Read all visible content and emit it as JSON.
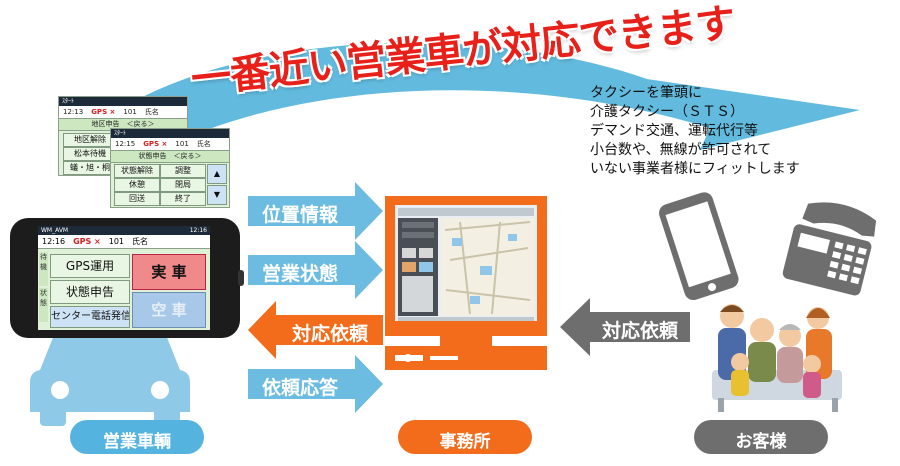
{
  "headline": "一番近い営業車が対応できます",
  "note_lines": [
    "タクシーを筆頭に",
    "介護タクシー（ＳＴＳ）",
    "デマンド交通、運転代行等",
    "小台数や、無線が許可されて",
    "いない事業者様にフィットします"
  ],
  "arrows": {
    "location": "位置情報",
    "status": "営業状態",
    "request_to_vehicle": "対応依頼",
    "reply": "依頼応答",
    "request_from_customer": "対応依頼"
  },
  "nodes": {
    "vehicle": "営業車輌",
    "office": "事務所",
    "customer": "お客様"
  },
  "screen_back": {
    "bar": "ｽﾀｰﾄ",
    "time": "12:13",
    "gps": "GPS ×",
    "car_no": "101",
    "name": "氏名",
    "subtitle": "地区申告　＜戻る＞",
    "buttons": [
      "地区解除",
      "松本待機",
      "蟻・旭・桐"
    ]
  },
  "screen_front": {
    "bar": "ｽﾀｰﾄ",
    "time": "12:15",
    "gps": "GPS ×",
    "car_no": "101",
    "name": "氏名",
    "subtitle": "状態申告　＜戻る＞",
    "buttons": [
      "状態解除",
      "調整",
      "休憩",
      "閉局",
      "回送",
      "終了"
    ],
    "up": "▲",
    "down": "▼"
  },
  "phone_screen": {
    "bar": "WM_AVM",
    "bar_time": "12:16",
    "time": "12:16",
    "gps": "GPS ×",
    "car_no": "101",
    "name": "氏名",
    "side_tabs": [
      "待機",
      "状態"
    ],
    "buttons": [
      "GPS運用",
      "状態申告",
      "センター電話発信"
    ],
    "occupied": "実 車",
    "vacant": "空 車"
  },
  "colors": {
    "arrow_blue": "#6cbbe0",
    "arrow_orange": "#f26c1c",
    "arrow_gray": "#6e6e6e",
    "swoosh": "#5ab7dd",
    "headline_red": "#e8201a",
    "pill_blue": "#55b3df",
    "pill_orange": "#f26c1c",
    "pill_gray": "#6e6e6e",
    "car_blue": "#8ec9e8"
  },
  "icons": [
    "swoosh-arrow",
    "smartphone-icon",
    "desk-phone-icon",
    "car-icon",
    "monitor-icon",
    "family-icon"
  ]
}
